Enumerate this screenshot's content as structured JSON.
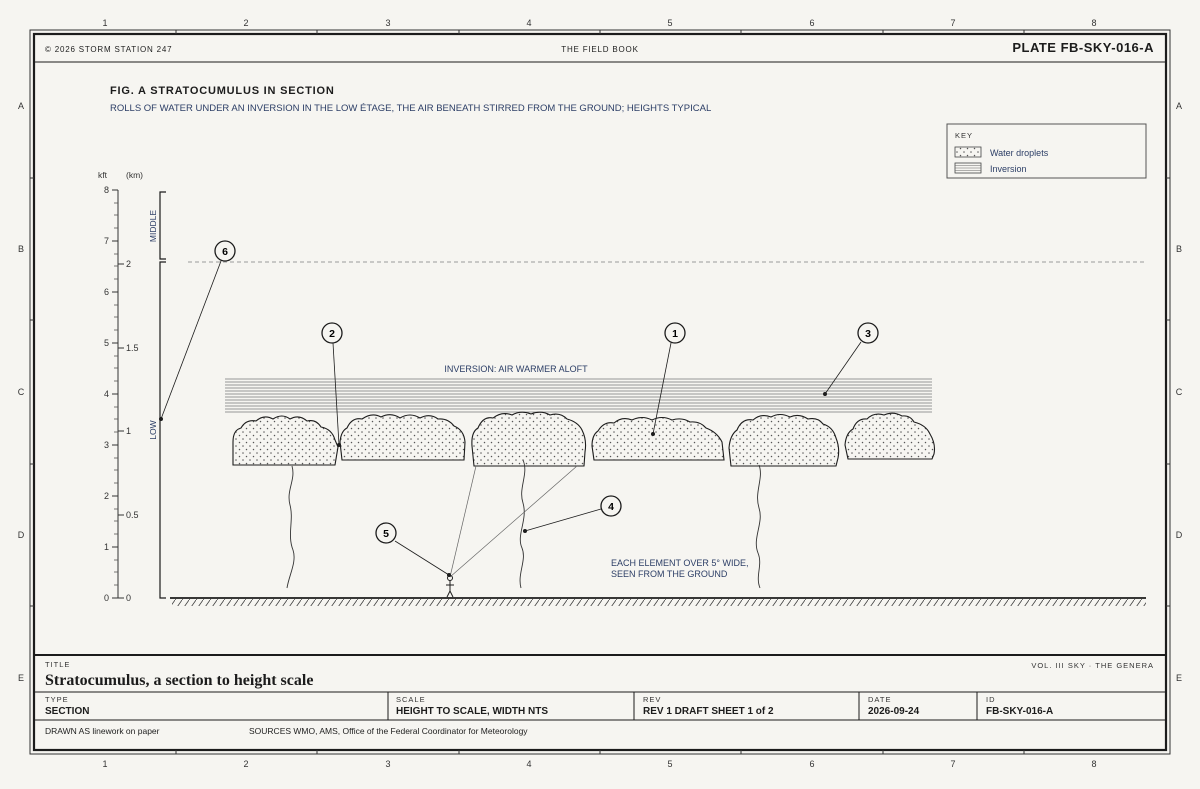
{
  "header": {
    "copyright": "© 2026 STORM STATION 247",
    "publication": "THE FIELD BOOK",
    "plate": "PLATE FB-SKY-016-A"
  },
  "grid": {
    "columns": [
      "1",
      "2",
      "3",
      "4",
      "5",
      "6",
      "7",
      "8"
    ],
    "rows": [
      "A",
      "B",
      "C",
      "D",
      "E"
    ]
  },
  "figure": {
    "title": "FIG. A STRATOCUMULUS IN SECTION",
    "subtitle": "ROLLS OF WATER UNDER AN INVERSION IN THE LOW ÉTAGE, THE AIR BENEATH STIRRED FROM THE GROUND; HEIGHTS TYPICAL"
  },
  "key": {
    "title": "KEY",
    "items": [
      {
        "label": "Water droplets",
        "pattern": "dots"
      },
      {
        "label": "Inversion",
        "pattern": "lines"
      }
    ]
  },
  "axis": {
    "kft_label": "kft",
    "km_label": "(km)",
    "kft_ticks": [
      "0",
      "1",
      "2",
      "3",
      "4",
      "5",
      "6",
      "7",
      "8"
    ],
    "km_ticks": [
      "0",
      "0.5",
      "1",
      "1.5",
      "2"
    ],
    "etage_low": "LOW",
    "etage_middle": "MIDDLE"
  },
  "annotations": {
    "inversion_label": "INVERSION: AIR WARMER ALOFT",
    "element_note_line1": "EACH ELEMENT OVER 5° WIDE,",
    "element_note_line2": "SEEN FROM THE GROUND"
  },
  "callouts": [
    "1",
    "2",
    "3",
    "4",
    "5",
    "6"
  ],
  "title_block": {
    "title_label": "TITLE",
    "title": "Stratocumulus, a section to height scale",
    "volume": "VOL. III SKY · THE GENERA",
    "type_label": "TYPE",
    "type": "SECTION",
    "scale_label": "SCALE",
    "scale": "HEIGHT TO SCALE, WIDTH NTS",
    "rev_label": "REV",
    "rev": "REV 1 DRAFT SHEET 1 of 2",
    "date_label": "DATE",
    "date": "2026-09-24",
    "id_label": "ID",
    "id": "FB-SKY-016-A",
    "drawn": "DRAWN AS linework on paper",
    "sources": "SOURCES WMO, AMS, Office of the Federal Coordinator for Meteorology"
  },
  "colors": {
    "paper": "#f6f5f1",
    "ink": "#1c1c1c",
    "note_blue": "#2c3e66",
    "guide_gray": "#9a9a9a"
  }
}
